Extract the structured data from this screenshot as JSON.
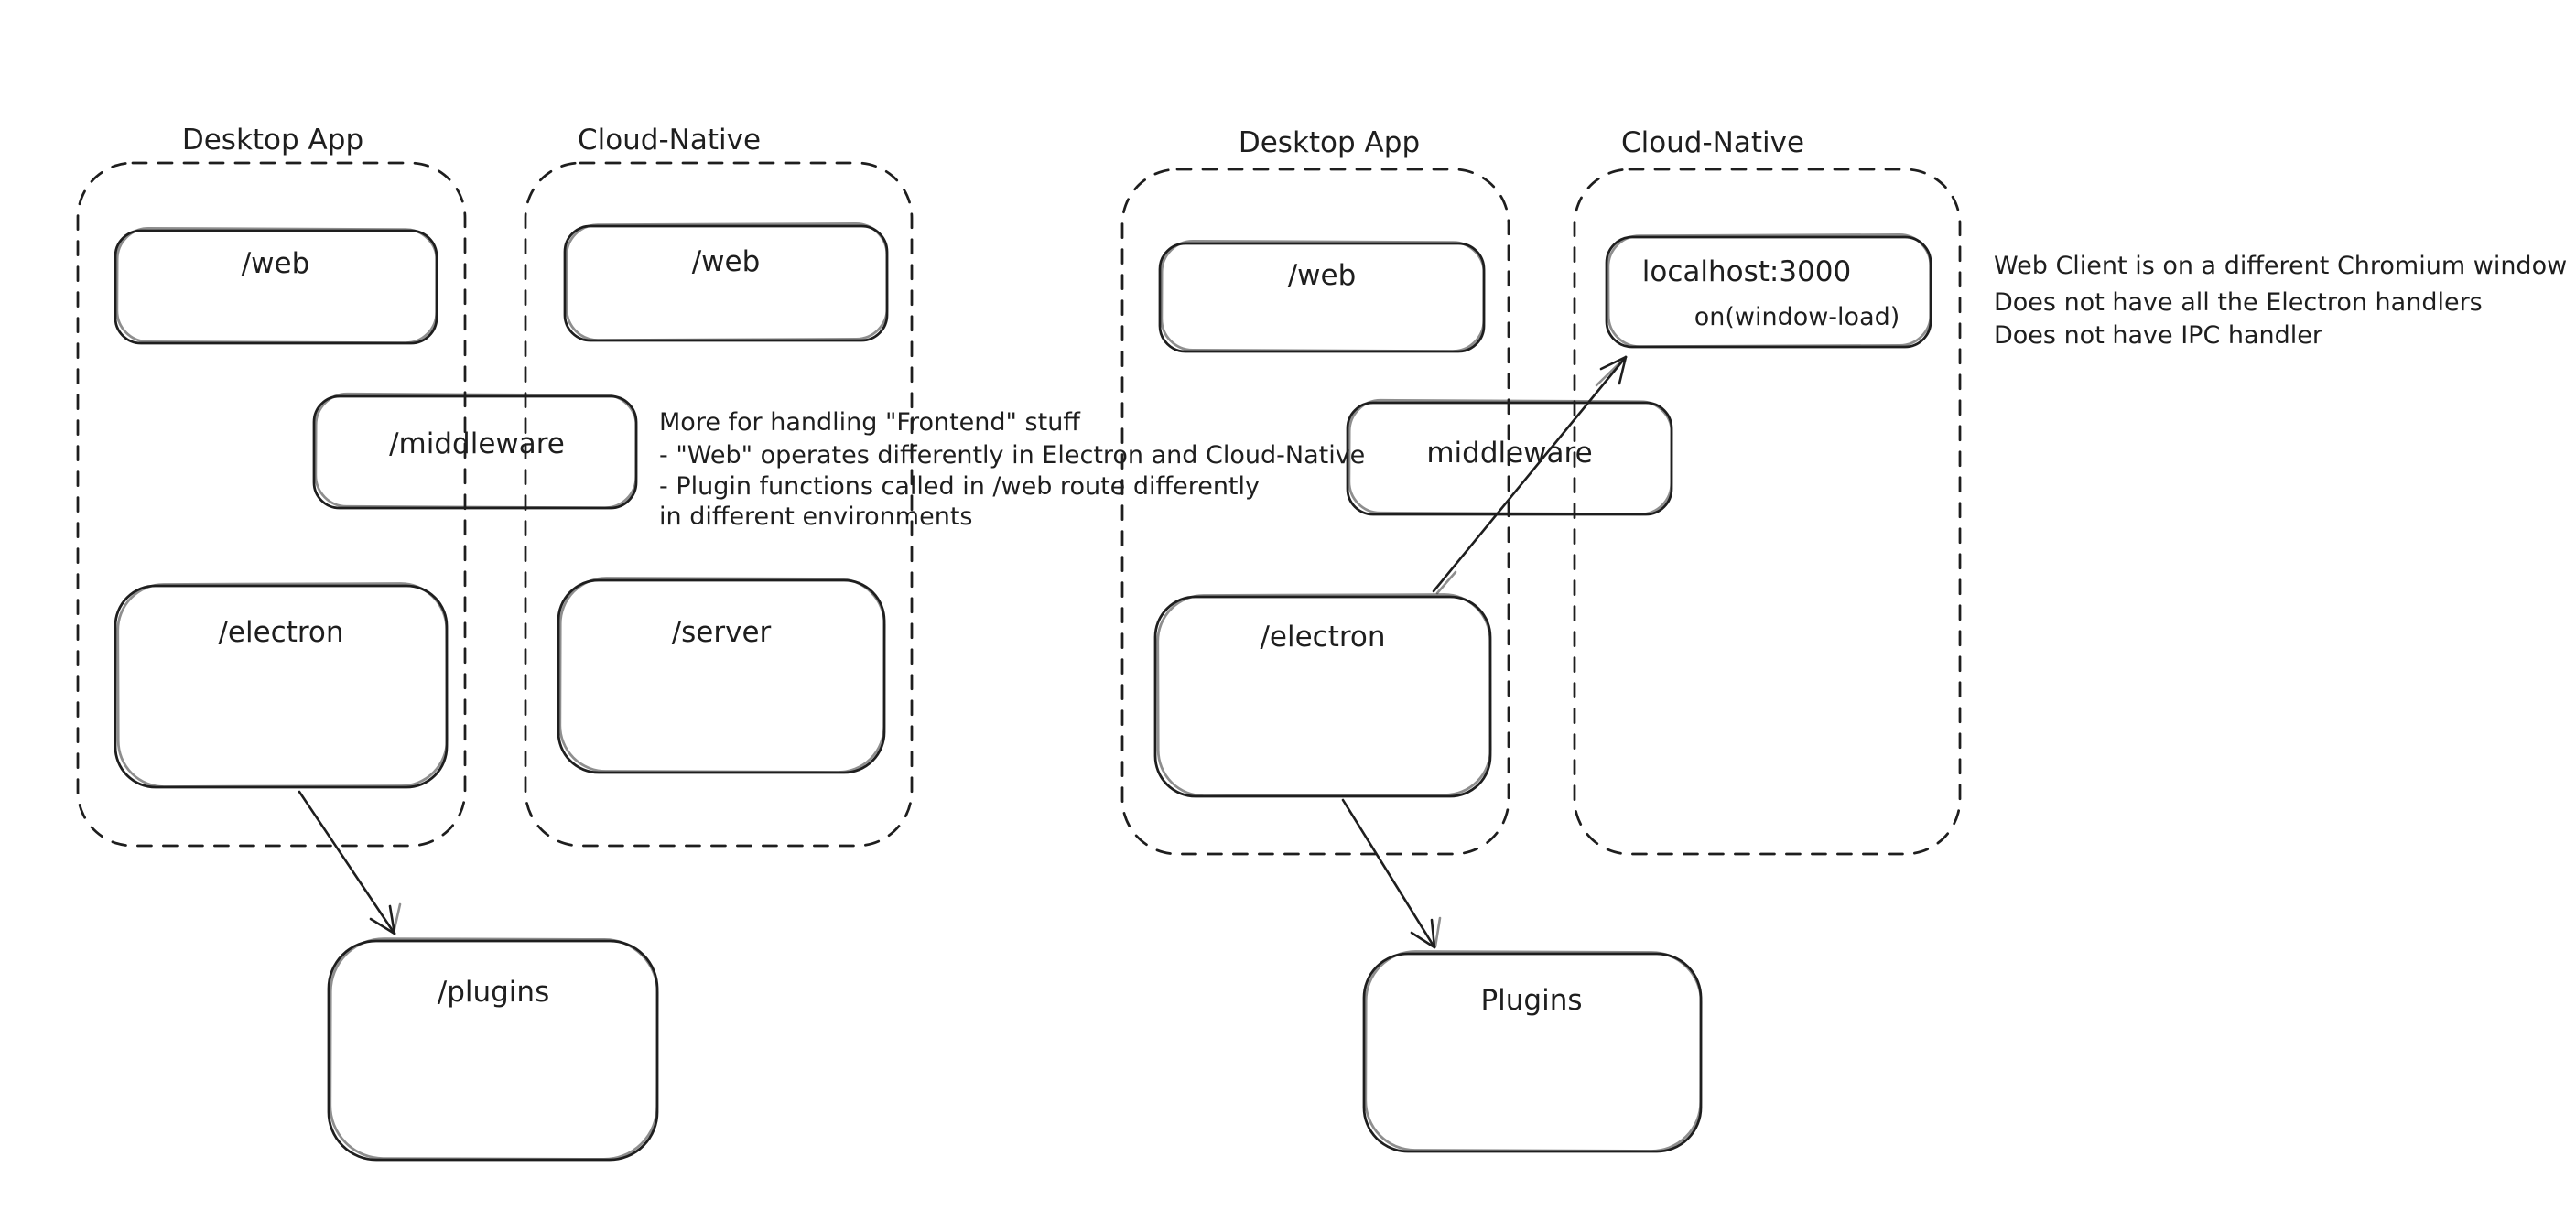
{
  "canvas": {
    "background": "#ffffff",
    "stroke_color": "#1e1e1e",
    "green": "#3f9f53",
    "red": "#cb4540"
  },
  "left": {
    "desktop_container_label": "Desktop App",
    "cloud_container_label": "Cloud-Native",
    "desktop_web_label": "/web",
    "cloud_web_label": "/web",
    "middleware_label": "/middleware",
    "electron_label": "/electron",
    "server_label": "/server",
    "plugins_label": "/plugins",
    "annotation_lines": [
      "More for handling \"Frontend\" stuff",
      "- \"Web\" operates differently in Electron and Cloud-Native",
      "- Plugin functions called in /web route differently",
      "in different environments"
    ]
  },
  "right": {
    "desktop_container_label": "Desktop App",
    "cloud_container_label": "Cloud-Native",
    "desktop_web_label": "/web",
    "localhost_label": "localhost:3000",
    "window_load_label": "on(window-load)",
    "middleware_label": "middleware",
    "electron_label": "/electron",
    "plugins_label": "Plugins",
    "annotation_lines": [
      "Web Client is on a different Chromium window",
      "Does not have all the Electron handlers",
      "Does not have IPC handler"
    ]
  }
}
